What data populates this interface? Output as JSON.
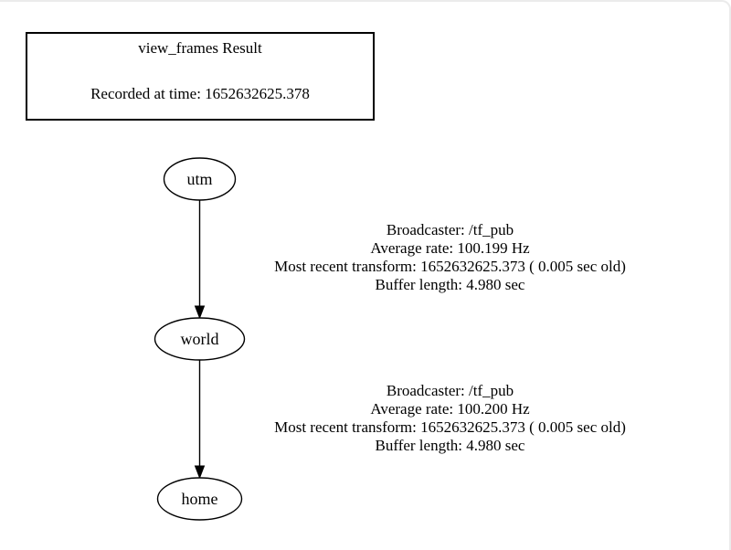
{
  "header_box": {
    "title": "view_frames Result",
    "recorded_line": "Recorded at time: 1652632625.378"
  },
  "graph": {
    "nodes": [
      {
        "id": "utm",
        "label": "utm"
      },
      {
        "id": "world",
        "label": "world"
      },
      {
        "id": "home",
        "label": "home"
      }
    ],
    "edges": [
      {
        "from": "utm",
        "to": "world",
        "label": {
          "broadcaster": "Broadcaster: /tf_pub",
          "average_rate": "Average rate: 100.199 Hz",
          "most_recent_transform": "Most recent transform: 1652632625.373 ( 0.005 sec old)",
          "buffer_length": "Buffer length: 4.980 sec"
        }
      },
      {
        "from": "world",
        "to": "home",
        "label": {
          "broadcaster": "Broadcaster: /tf_pub",
          "average_rate": "Average rate: 100.200 Hz",
          "most_recent_transform": "Most recent transform: 1652632625.373 ( 0.005 sec old)",
          "buffer_length": "Buffer length: 4.980 sec"
        }
      }
    ]
  },
  "colors": {
    "node_stroke": "#000000",
    "text": "#000000",
    "frame_border": "#ebebeb",
    "background": "#ffffff"
  }
}
